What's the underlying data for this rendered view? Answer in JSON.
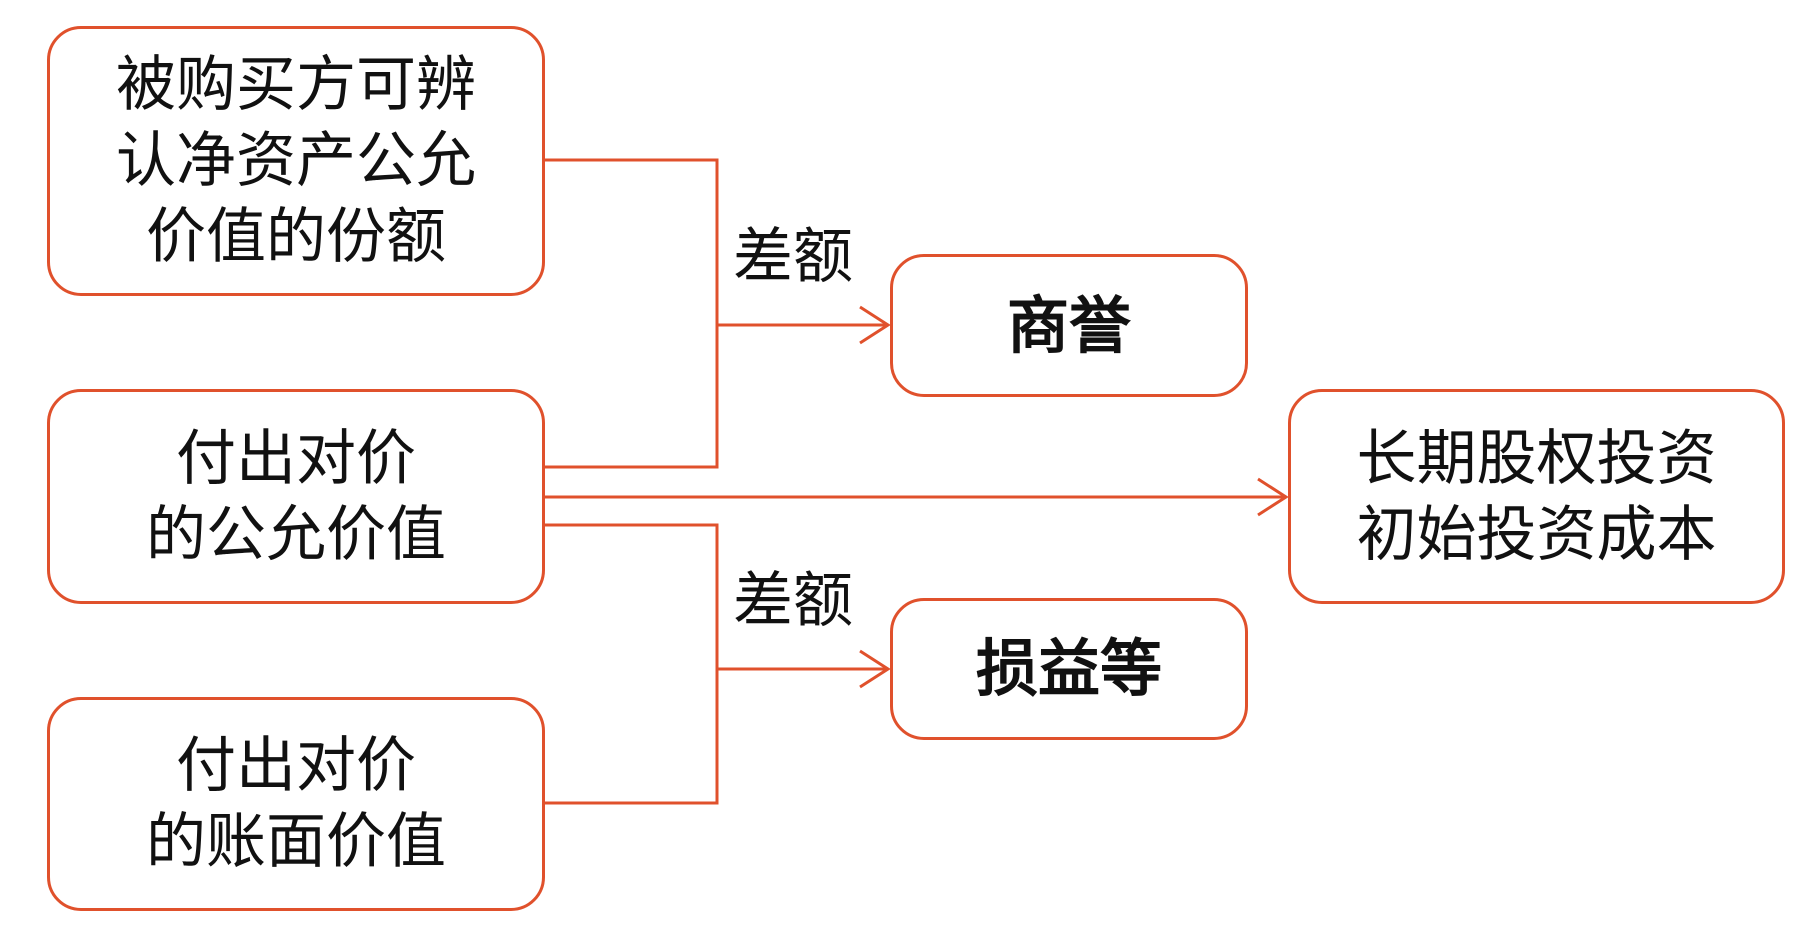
{
  "colors": {
    "accent": "#E0512C",
    "text": "#111111",
    "background": "#ffffff"
  },
  "boxes": {
    "acquiree_net_assets": {
      "lines": [
        "被购买方可辨",
        "认净资产公允",
        "价值的份额"
      ]
    },
    "consideration_fair_value": {
      "lines": [
        "付出对价",
        "的公允价值"
      ]
    },
    "consideration_book_value": {
      "lines": [
        "付出对价",
        "的账面价值"
      ]
    },
    "goodwill": {
      "lines": [
        "商誉"
      ]
    },
    "profit_loss": {
      "lines": [
        "损益等"
      ]
    },
    "lti_initial_cost": {
      "lines": [
        "长期股权投资",
        "初始投资成本"
      ]
    }
  },
  "labels": {
    "difference_top": "差额",
    "difference_bottom": "差额"
  }
}
